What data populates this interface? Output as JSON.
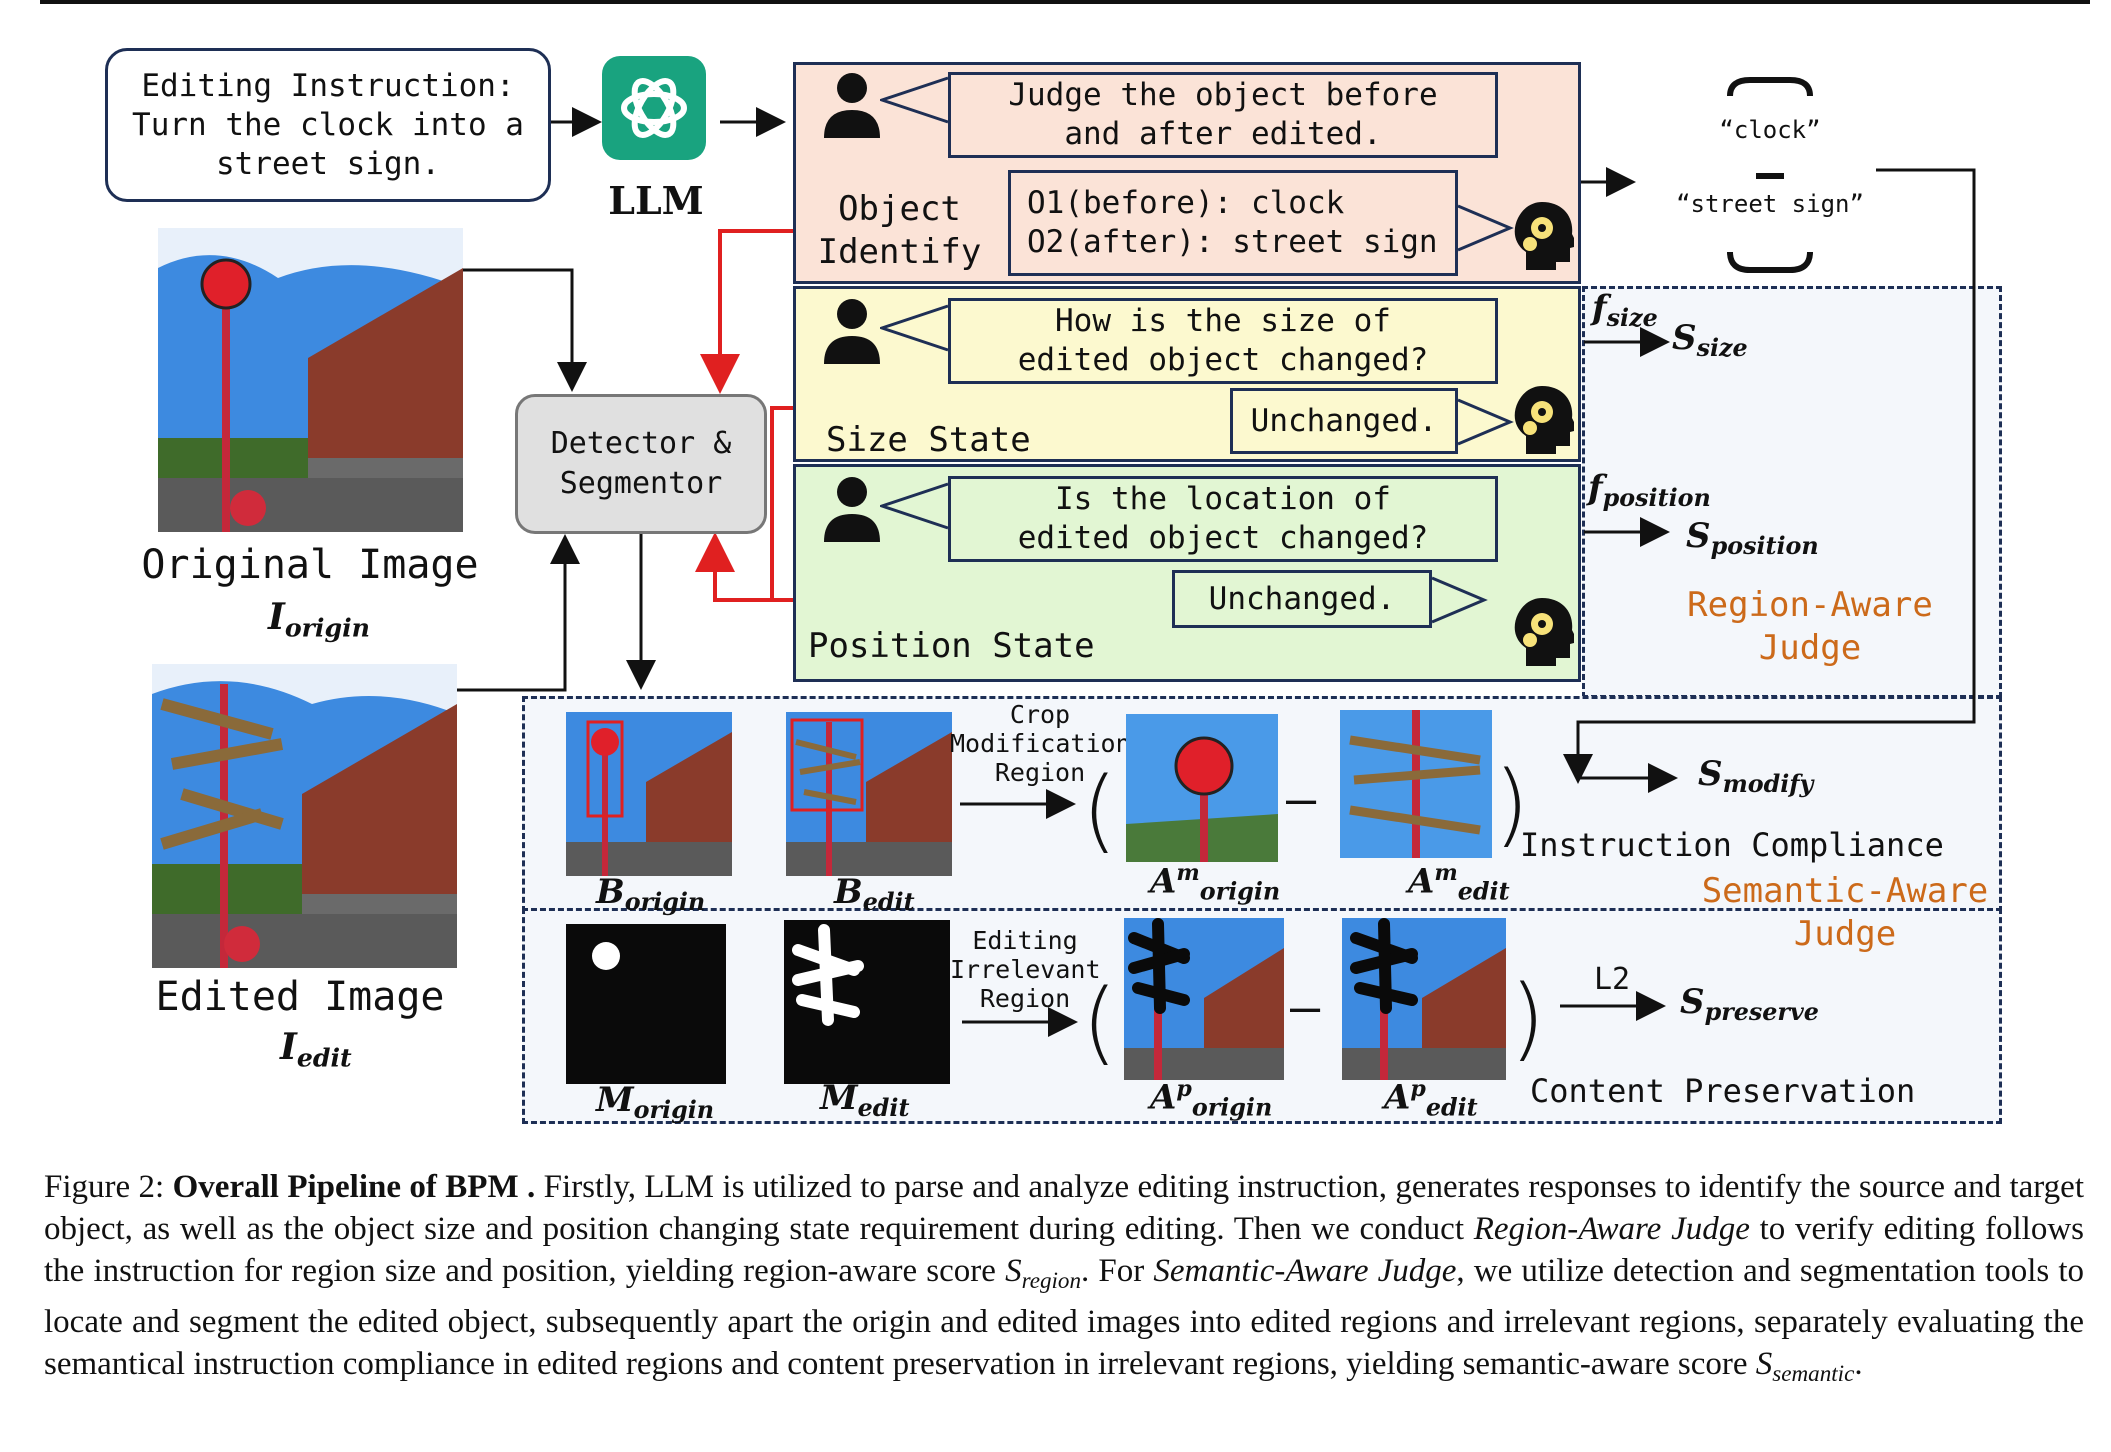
{
  "instruction": "Editing Instruction:\nTurn the clock into a\nstreet sign.",
  "llm_label": "LLM",
  "object_panel": {
    "question": "Judge the object before\nand after edited.",
    "title": "Object\nIdentify",
    "answer": "O1(before): clock\nO2(after): street sign"
  },
  "size_panel": {
    "question": "How is the size of\nedited object changed?",
    "title": "Size State",
    "answer": "Unchanged."
  },
  "position_panel": {
    "question": "Is the location of\nedited object changed?",
    "title": "Position State",
    "answer": "Unchanged."
  },
  "objects": {
    "before": "“clock”",
    "after": "“street sign”"
  },
  "detector_label": "Detector &\nSegmentor",
  "original_image_label": "Original Image",
  "original_symbol": {
    "base": "I",
    "sub": "origin"
  },
  "edited_image_label": "Edited Image",
  "edited_symbol": {
    "base": "I",
    "sub": "edit"
  },
  "f_size": {
    "base": "f",
    "sub": "size"
  },
  "s_size": {
    "base": "S",
    "sub": "size"
  },
  "f_position": {
    "base": "f",
    "sub": "position"
  },
  "s_position": {
    "base": "S",
    "sub": "position"
  },
  "region_judge": "Region-Aware\nJudge",
  "semantic": {
    "b_origin": {
      "base": "B",
      "sub": "origin"
    },
    "b_edit": {
      "base": "B",
      "sub": "edit"
    },
    "crop_label": "Crop\nModification\nRegion",
    "am_origin": {
      "base": "A",
      "sup": "m",
      "sub": "origin"
    },
    "am_edit": {
      "base": "A",
      "sup": "m",
      "sub": "edit"
    },
    "minus": "–",
    "s_modify": {
      "base": "S",
      "sub": "modify"
    },
    "compliance": "Instruction Compliance",
    "judge": "Semantic-Aware\nJudge"
  },
  "preserve": {
    "m_origin": {
      "base": "M",
      "sub": "origin"
    },
    "m_edit": {
      "base": "M",
      "sub": "edit"
    },
    "irrelevant_label": "Editing\nIrrelevant\nRegion",
    "ap_origin": {
      "base": "A",
      "sup": "p",
      "sub": "origin"
    },
    "ap_edit": {
      "base": "A",
      "sup": "p",
      "sub": "edit"
    },
    "minus": "–",
    "l2": "L2",
    "s_preserve": {
      "base": "S",
      "sub": "preserve"
    },
    "content": "Content Preservation"
  },
  "caption": {
    "prefix": "Figure 2: ",
    "bold": "Overall Pipeline of BPM .",
    "part1": " Firstly, LLM is utilized to parse and analyze editing instruction, generates responses to identify the source and target object, as well as the object size and position changing state requirement during editing. Then we conduct ",
    "ital1": "Region-Aware Judge",
    "part2": " to verify editing follows the instruction for region size and position, yielding region-aware score ",
    "math1": "S",
    "math1_sub": "region",
    "part3": ". For ",
    "ital2": "Semantic-Aware Judge",
    "part4": ", we utilize detection and segmentation tools to locate and segment the edited object, subsequently apart the origin and edited images into edited regions and irrelevant regions, separately evaluating the semantical instruction compliance in edited regions and content preservation in irrelevant regions, yielding semantic-aware score ",
    "math2": "S",
    "math2_sub": "semantic",
    "part5": "."
  },
  "colors": {
    "navy": "#1e2f55",
    "red": "#e02020",
    "orange": "#cc6a1a",
    "obj_panel": "#fbe3d7",
    "size_panel": "#fcf9cf",
    "pos_panel": "#e2f6d3"
  }
}
